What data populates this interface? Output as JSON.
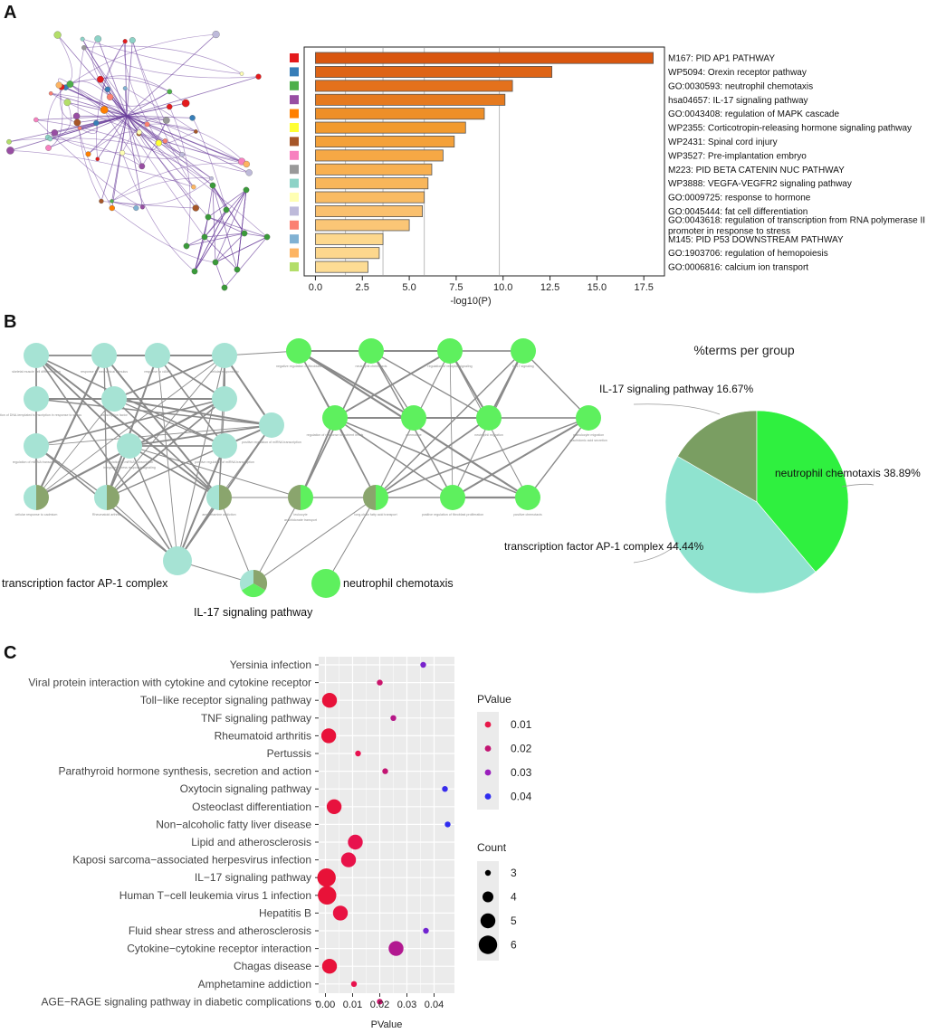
{
  "panels": {
    "a_label": "A",
    "b_label": "B",
    "c_label": "C"
  },
  "colors": {
    "network_edge": "#6a3d9a",
    "bar_stroke": "#555555",
    "grid_c": "#ffffff",
    "panel_c_bg": "#ebebeb",
    "cluster_teal": "#a6e3d4",
    "cluster_green": "#5ef05e",
    "cluster_olive": "#8aa56d"
  },
  "chart_data": [
    {
      "type": "bar",
      "orientation": "horizontal",
      "categories": [
        "M167: PID AP1 PATHWAY",
        "WP5094: Orexin receptor pathway",
        "GO:0030593: neutrophil chemotaxis",
        "hsa04657: IL-17 signaling pathway",
        "GO:0043408: regulation of MAPK cascade",
        "WP2355: Corticotropin-releasing hormone signaling pathway",
        "WP2431: Spinal cord injury",
        "WP3527: Pre-implantation embryo",
        "M223: PID BETA CATENIN NUC PATHWAY",
        "WP3888: VEGFA-VEGFR2 signaling pathway",
        "GO:0009725: response to hormone",
        "GO:0045444: fat cell differentiation",
        "GO:0043618: regulation of transcription from RNA polymerase II",
        "M145: PID P53 DOWNSTREAM PATHWAY",
        "GO:1903706: regulation of hemopoiesis",
        "GO:0006816: calcium ion transport"
      ],
      "category_second_lines": [
        "",
        "",
        "",
        "",
        "",
        "",
        "",
        "",
        "",
        "",
        "",
        "",
        "promoter in response to stress",
        "",
        "",
        ""
      ],
      "values": [
        18.0,
        12.6,
        10.5,
        10.1,
        9.0,
        8.0,
        7.4,
        6.8,
        6.2,
        6.0,
        5.8,
        5.7,
        5.0,
        3.6,
        3.4,
        2.8
      ],
      "bar_colors": [
        "#d9560f",
        "#de6416",
        "#e4711c",
        "#e57a1f",
        "#ee8f28",
        "#f29a2e",
        "#f4a13a",
        "#f6a845",
        "#f8b050",
        "#f8b65a",
        "#f9bb63",
        "#fac06e",
        "#fbc676",
        "#fdd88e",
        "#fdd78d",
        "#fddc94"
      ],
      "swatch_colors": [
        "#e41a1c",
        "#377eb8",
        "#4daf4a",
        "#984ea3",
        "#ff7f00",
        "#ffff33",
        "#a65628",
        "#f781bf",
        "#999999",
        "#8dd3c7",
        "#ffffb3",
        "#bebada",
        "#fb8072",
        "#80b1d3",
        "#fdb462",
        "#b3de69"
      ],
      "xlabel": "-log10(P)",
      "xticks": [
        "0.0",
        "2.5",
        "5.0",
        "7.5",
        "10.0",
        "12.5",
        "15.0",
        "17.5"
      ],
      "xlim": [
        -0.6,
        18.6
      ],
      "grid_values": [
        1.6,
        3.6,
        5.8,
        9.8
      ]
    },
    {
      "type": "pie",
      "title": "%terms per group",
      "slices": [
        {
          "label": "IL-17 signaling pathway 16.67%",
          "value": 16.67,
          "color": "#7a9e62"
        },
        {
          "label": "neutrophil chemotaxis 38.89%",
          "value": 38.89,
          "color": "#2ff03f"
        },
        {
          "label": "transcription factor AP-1 complex 44.44%",
          "value": 44.44,
          "color": "#8fe3cf"
        }
      ]
    },
    {
      "type": "scatter",
      "y_categories": [
        "Yersinia infection",
        "Viral protein interaction with cytokine and cytokine receptor",
        "Toll−like receptor signaling pathway",
        "TNF signaling pathway",
        "Rheumatoid arthritis",
        "Pertussis",
        "Parathyroid hormone synthesis, secretion and action",
        "Oxytocin signaling pathway",
        "Osteoclast differentiation",
        "Non−alcoholic fatty liver disease",
        "Lipid and atherosclerosis",
        "Kaposi sarcoma−associated herpesvirus infection",
        "IL−17 signaling pathway",
        "Human T−cell leukemia virus 1 infection",
        "Hepatitis B",
        "Fluid shear stress and atherosclerosis",
        "Cytokine−cytokine receptor interaction",
        "Chagas disease",
        "Amphetamine addiction",
        "AGE−RAGE signaling pathway in diabetic complications"
      ],
      "points": [
        {
          "pvalue": 0.036,
          "count": 3
        },
        {
          "pvalue": 0.02,
          "count": 3
        },
        {
          "pvalue": 0.0015,
          "count": 5
        },
        {
          "pvalue": 0.025,
          "count": 3
        },
        {
          "pvalue": 0.0012,
          "count": 5
        },
        {
          "pvalue": 0.012,
          "count": 3
        },
        {
          "pvalue": 0.022,
          "count": 3
        },
        {
          "pvalue": 0.044,
          "count": 3
        },
        {
          "pvalue": 0.0032,
          "count": 5
        },
        {
          "pvalue": 0.045,
          "count": 3
        },
        {
          "pvalue": 0.011,
          "count": 5
        },
        {
          "pvalue": 0.0085,
          "count": 5
        },
        {
          "pvalue": 0.0004,
          "count": 6
        },
        {
          "pvalue": 0.0006,
          "count": 6
        },
        {
          "pvalue": 0.0055,
          "count": 5
        },
        {
          "pvalue": 0.037,
          "count": 3
        },
        {
          "pvalue": 0.026,
          "count": 5
        },
        {
          "pvalue": 0.0015,
          "count": 5
        },
        {
          "pvalue": 0.0105,
          "count": 3
        },
        {
          "pvalue": 0.02,
          "count": 3
        }
      ],
      "xlabel": "PValue",
      "xticks": [
        "0.00",
        "0.01",
        "0.02",
        "0.03",
        "0.04"
      ],
      "xlim": [
        -0.0025,
        0.0475
      ],
      "legend_pvalue_title": "PValue",
      "legend_pvalue_labels": [
        "0.01",
        "0.02",
        "0.03",
        "0.04"
      ],
      "legend_pvalue_colors": [
        "#e8194a",
        "#c21472",
        "#9a1fbc",
        "#2f2cf0"
      ],
      "legend_count_title": "Count",
      "legend_count_labels": [
        "3",
        "4",
        "5",
        "6"
      ]
    }
  ],
  "network_b": {
    "label_ap1": "transcription factor AP-1 complex",
    "label_il17": "IL-17 signaling pathway",
    "label_neut": "neutrophil chemotaxis",
    "node_texts": [
      "skeletal muscle cell differentiation",
      "response to mechanical stimulus",
      "response to cAMP",
      "cellular response to",
      "regulation of DNA-templated transcription in response to stress",
      "transcription factor",
      "regulation of miRNA transcription",
      "regulation of miRNA transcription",
      "integrated stress response signaling",
      "positive regulation of miRNA transcription",
      "positive regulation of miRNA transcription",
      "cellular response to cadmium",
      "Rheumatoid arthritis",
      "amphetamine addiction",
      "negative regulation of fibroblast",
      "neutrophil chemotaxis",
      "regulation of receptor signaling",
      "IL-17 signaling",
      "regulation of response to nutrient levels",
      "chemokine",
      "neutrophil migration",
      "granulocyte migration",
      "leukocyte",
      "long-chain fatty acid transport",
      "positive regulation of fibroblast proliferation",
      "positive chemotaxis",
      "arachidonate transport",
      "arachidonic acid secretion"
    ]
  }
}
